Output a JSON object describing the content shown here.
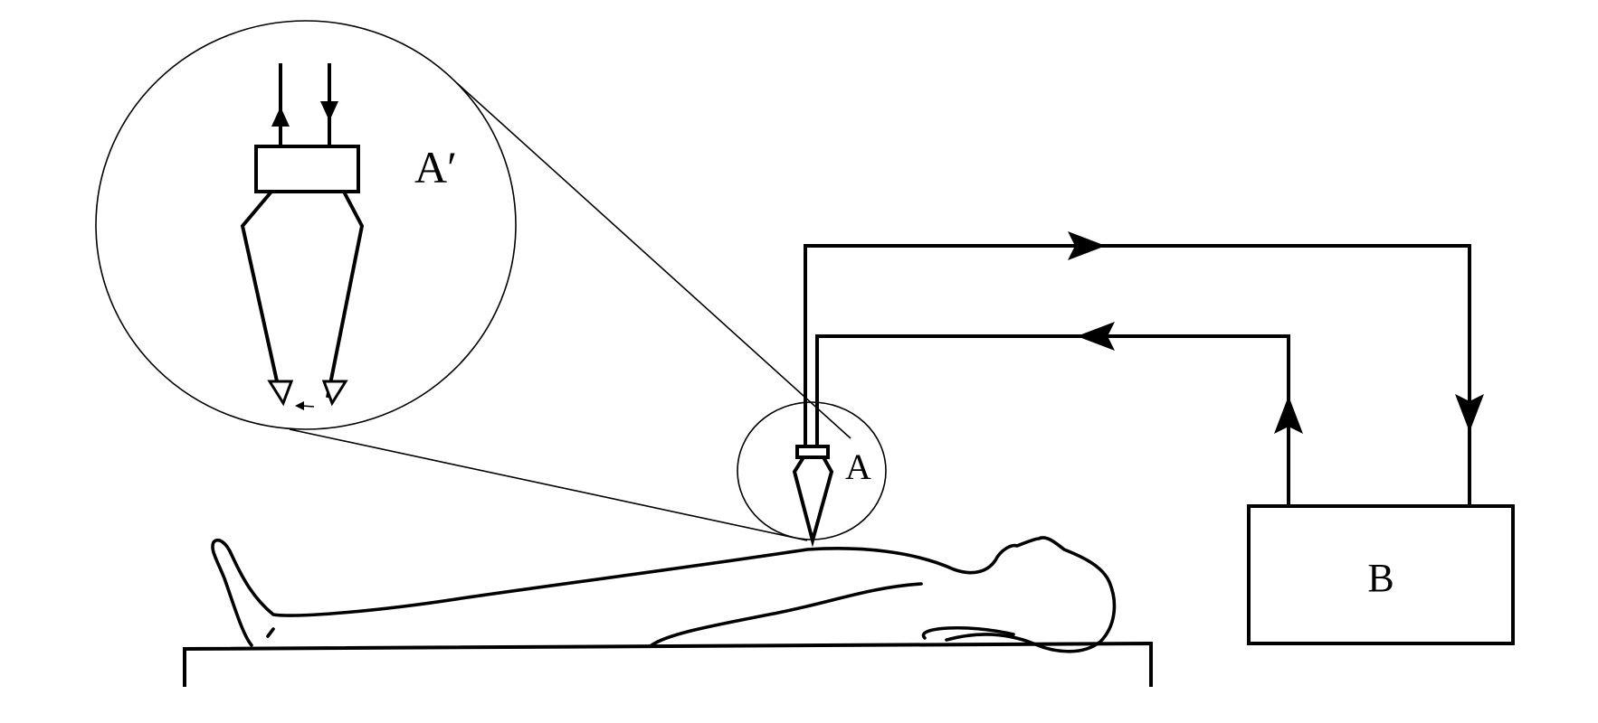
{
  "labels": {
    "probe_zoom": "A′",
    "probe": "A",
    "unit": "B"
  },
  "colors": {
    "ink": "#000000",
    "background": "#ffffff"
  }
}
